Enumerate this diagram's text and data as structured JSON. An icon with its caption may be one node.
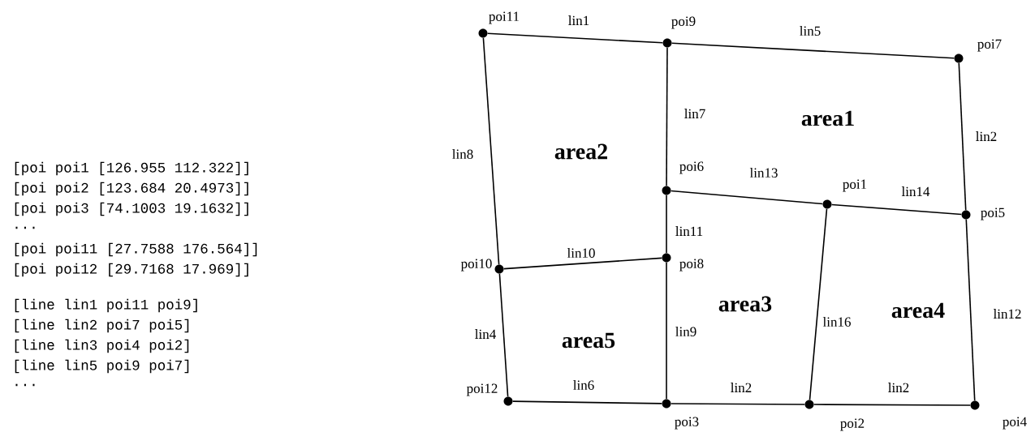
{
  "diagram": {
    "nodes": [
      {
        "text": [],
        "shape": "circle",
        "beside": [
          "poi11"
        ]
      },
      {
        "text": [],
        "shape": "circle",
        "beside": [
          "poi9"
        ]
      },
      {
        "text": [],
        "shape": "circle",
        "beside": [
          "poi7"
        ]
      },
      {
        "text": [],
        "shape": "circle",
        "beside": [
          "poi6"
        ]
      },
      {
        "text": [],
        "shape": "circle",
        "beside": [
          "poi1"
        ]
      },
      {
        "text": [],
        "shape": "circle",
        "beside": [
          "poi5"
        ]
      },
      {
        "text": [],
        "shape": "circle",
        "beside": [
          "poi10"
        ]
      },
      {
        "text": [],
        "shape": "circle",
        "beside": [
          "poi8"
        ]
      },
      {
        "text": [],
        "shape": "circle",
        "beside": [
          "poi12"
        ]
      },
      {
        "text": [],
        "shape": "circle",
        "beside": [
          "poi3"
        ]
      },
      {
        "text": [],
        "shape": "circle",
        "beside": [
          "poi2"
        ]
      },
      {
        "text": [],
        "shape": "circle",
        "beside": [
          "poi4"
        ]
      }
    ],
    "edges": [
      {
        "from": 0,
        "to": 1,
        "arrow": "none",
        "label": "lin1"
      },
      {
        "from": 1,
        "to": 2,
        "arrow": "none",
        "label": "lin5"
      },
      {
        "from": 1,
        "to": 3,
        "arrow": "none",
        "label": "lin7"
      },
      {
        "from": 2,
        "to": 5,
        "arrow": "none",
        "label": "lin2"
      },
      {
        "from": 0,
        "to": 6,
        "arrow": "none",
        "label": "lin8"
      },
      {
        "from": 3,
        "to": 4,
        "arrow": "none",
        "label": "lin13"
      },
      {
        "from": 4,
        "to": 5,
        "arrow": "none",
        "label": "lin14"
      },
      {
        "from": 3,
        "to": 7,
        "arrow": "none",
        "label": "lin11"
      },
      {
        "from": 6,
        "to": 7,
        "arrow": "none",
        "label": "lin10"
      },
      {
        "from": 6,
        "to": 8,
        "arrow": "none",
        "label": "lin4"
      },
      {
        "from": 7,
        "to": 9,
        "arrow": "none",
        "label": "lin9"
      },
      {
        "from": 4,
        "to": 10,
        "arrow": "none",
        "label": "lin16"
      },
      {
        "from": 5,
        "to": 11,
        "arrow": "none",
        "label": "lin12"
      },
      {
        "from": 8,
        "to": 9,
        "arrow": "none",
        "label": "lin6"
      },
      {
        "from": 9,
        "to": 10,
        "arrow": "none",
        "label": "lin2"
      },
      {
        "from": 10,
        "to": 11,
        "arrow": "none",
        "label": "lin2"
      }
    ],
    "labels": [
      "[poi poi1 [126.955 112.322]]",
      "[poi poi2 [123.684 20.4973]]",
      "[poi poi3 [74.1003 19.1632]]",
      "...",
      "[poi poi11 [27.7588 176.564]]",
      "[poi poi12 [29.7168 17.969]]",
      "[line lin1 poi11 poi9]",
      "[line lin2 poi7 poi5]",
      "[line lin3 poi4 poi2]",
      "[line lin5 poi9 poi7]",
      "...",
      "area1",
      "area2",
      "area3",
      "area4",
      "area5"
    ]
  }
}
